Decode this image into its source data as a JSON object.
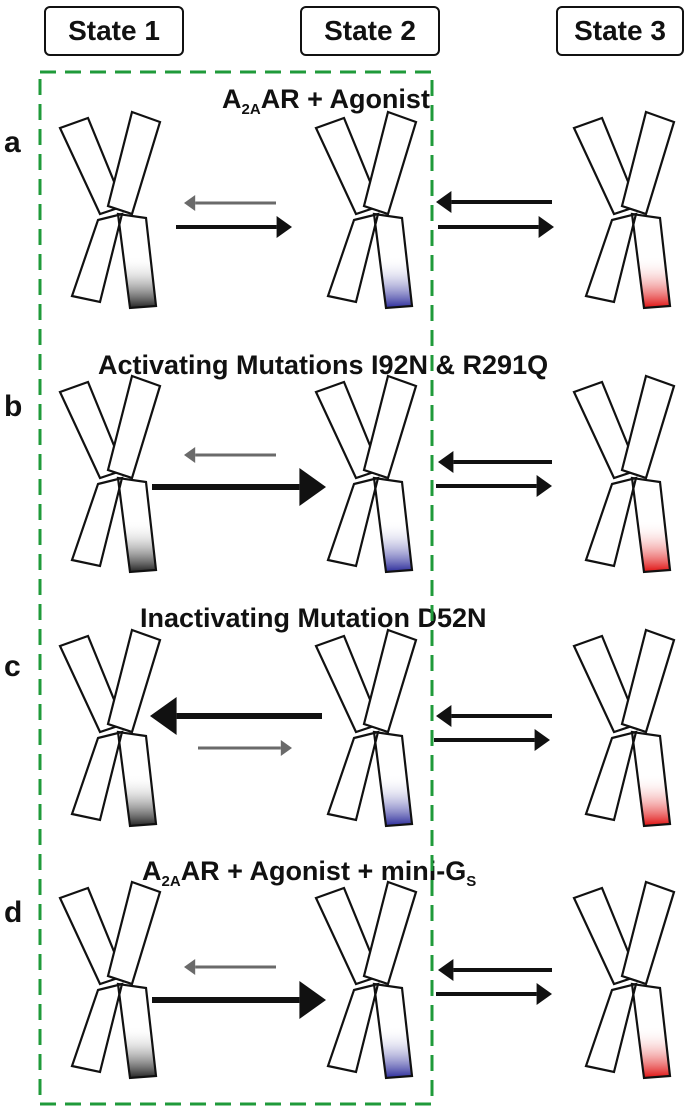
{
  "headers": [
    "State 1",
    "State 2",
    "State 3"
  ],
  "rows": [
    {
      "label": "a",
      "title": {
        "main": "A",
        "sub": "2A",
        "rest": "AR + Agonist"
      }
    },
    {
      "label": "b",
      "title": {
        "main": "Activating Mutations I92N & R291Q",
        "sub": "",
        "rest": ""
      }
    },
    {
      "label": "c",
      "title": {
        "main": "Inactivating Mutation D52N",
        "sub": "",
        "rest": ""
      }
    },
    {
      "label": "d",
      "title": {
        "main": "A",
        "sub": "2A",
        "rest": "AR + Agonist + mini-G",
        "sub2": "S"
      }
    }
  ],
  "colors": {
    "state1_fill": "#222222",
    "state2_fill": "#2a2a9a",
    "state3_fill": "#e01010",
    "dashed_box": "#1f9a3a",
    "arrow_strong": "#111111",
    "arrow_weak": "#6a6a6a"
  }
}
